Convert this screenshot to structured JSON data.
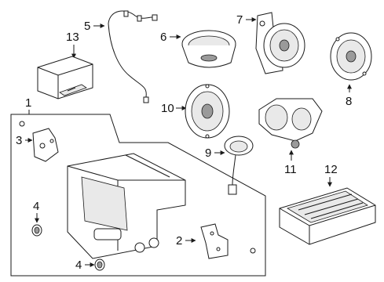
{
  "diagram": {
    "callouts": {
      "c1": "1",
      "c2": "2",
      "c3": "3",
      "c4a": "4",
      "c4b": "4",
      "c5": "5",
      "c6": "6",
      "c7": "7",
      "c8": "8",
      "c9": "9",
      "c10": "10",
      "c11": "11",
      "c12": "12",
      "c13": "13"
    },
    "parts": [
      "audio-head-unit",
      "mounting-bracket-right",
      "mounting-bracket-left",
      "knob-upper",
      "knob-lower",
      "wiring-harness",
      "door-speaker-oval",
      "tweeter-housing",
      "rear-speaker",
      "tweeter",
      "front-speaker",
      "speaker-bracket",
      "amplifier",
      "control-module"
    ]
  }
}
